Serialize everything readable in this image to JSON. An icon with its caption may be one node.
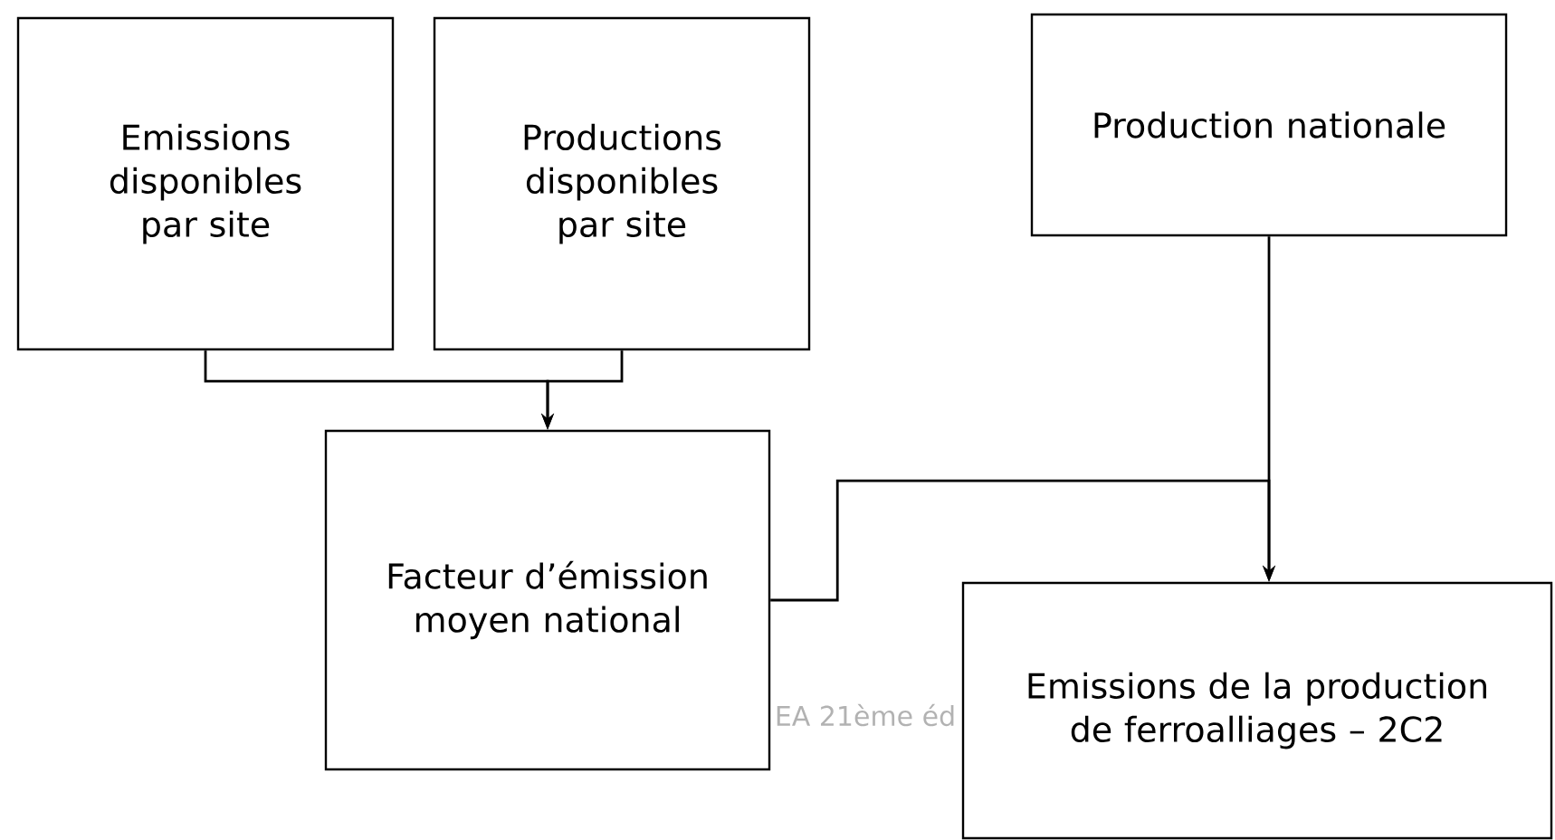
{
  "diagram": {
    "nodes": [
      {
        "text": [
          "Emissions disponibles par site"
        ]
      },
      {
        "text": [
          "Productions disponibles par site"
        ]
      },
      {
        "text": [
          "Production nationale"
        ]
      },
      {
        "text": [
          "Facteur d’émission moyen national"
        ]
      },
      {
        "text": [
          "Emissions de la production de ferroalliages – 2C2"
        ]
      }
    ],
    "edges": [
      {
        "from": 0,
        "to": 3,
        "arrow": "to"
      },
      {
        "from": 1,
        "to": 3,
        "arrow": "to"
      },
      {
        "from": 2,
        "to": 4,
        "arrow": "to"
      },
      {
        "from": 3,
        "to": 4,
        "arrow": "to"
      }
    ],
    "labels": [
      "EA 21ème éd"
    ]
  }
}
